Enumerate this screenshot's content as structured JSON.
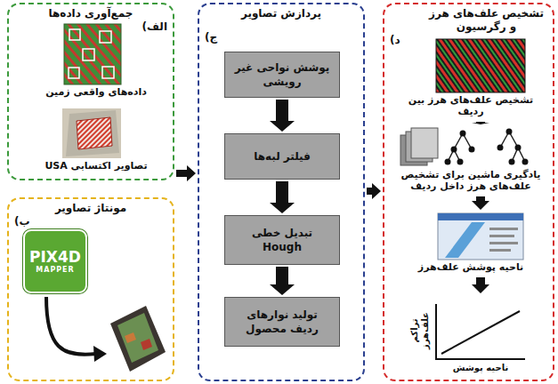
{
  "diagram": {
    "nodes": [
      {
        "text": [
          "جمع‌آوری داده‌ها",
          "الف)"
        ]
      },
      {
        "text": [
          "داده‌های واقعی زمین"
        ],
        "in": 0
      },
      {
        "text": [
          "تصاویر اکتسابی USA"
        ],
        "in": 0
      },
      {
        "text": [
          "مونتاژ تصاویر",
          "ب)"
        ]
      },
      {
        "text": [
          "PIX4D",
          "MAPPER"
        ],
        "in": 3
      },
      {
        "text": [
          "پردازش تصاویر",
          "ج)"
        ]
      },
      {
        "text": [
          "پوشش نواحی غیر رویشی"
        ],
        "in": 5
      },
      {
        "text": [
          "فیلتر لبه‌ها"
        ],
        "in": 5
      },
      {
        "text": [
          "تبدیل خطی Hough"
        ],
        "in": 5
      },
      {
        "text": [
          "تولید نوارهای ردیف محصول"
        ],
        "in": 5
      },
      {
        "text": [
          "تشخیص علف‌های هرز و رگرسیون",
          "د)"
        ]
      },
      {
        "text": [
          "تشخیص علف‌های هرز بین ردیف"
        ],
        "in": 10
      },
      {
        "text": [
          "یادگیری ماشین برای تشخیص علف‌های هرز داخل ردیف"
        ],
        "in": 10
      },
      {
        "text": [
          "ناحیه پوشش علف‌هرز"
        ],
        "in": 10
      },
      {
        "text": [
          "تراکم علف‌هرز",
          "ناحیه پوشش"
        ],
        "in": 10
      }
    ],
    "edges": [
      {
        "from": 0,
        "to": 5,
        "arrow": "to"
      },
      {
        "from": 5,
        "to": 10,
        "arrow": "to"
      },
      {
        "from": 6,
        "to": 7,
        "arrow": "to"
      },
      {
        "from": 7,
        "to": 8,
        "arrow": "to"
      },
      {
        "from": 8,
        "to": 9,
        "arrow": "to"
      },
      {
        "from": 11,
        "to": 12,
        "arrow": "to"
      },
      {
        "from": 12,
        "to": 13,
        "arrow": "to"
      },
      {
        "from": 13,
        "to": 14,
        "arrow": "to"
      }
    ]
  }
}
